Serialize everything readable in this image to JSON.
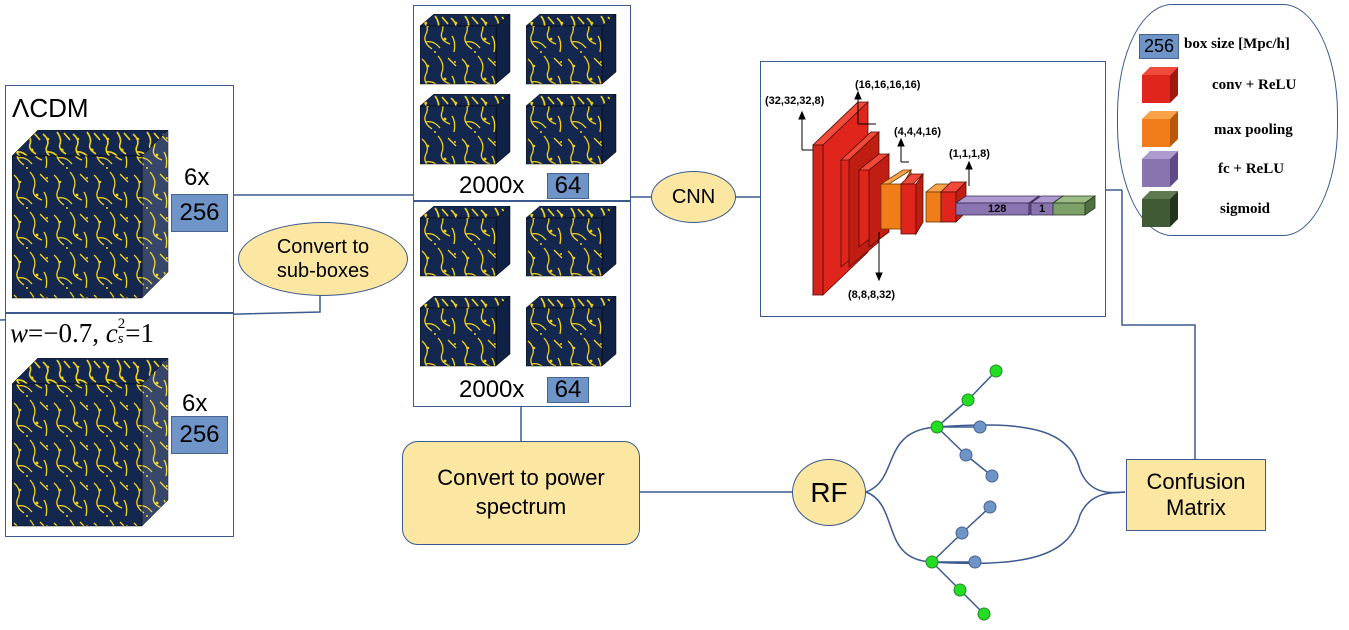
{
  "left_panel": {
    "lcdm_title": "ΛCDM",
    "lcdm_count": "6x",
    "lcdm_box": "256",
    "wde_title_parts": {
      "w": "w",
      "eq1": "=−0.7,",
      "c": "c",
      "sup": "2",
      "sub": "s",
      "eq2": "=1"
    },
    "wde_count": "6x",
    "wde_box": "256"
  },
  "convert_subboxes": "Convert to sub-boxes",
  "subbox_panel": {
    "top_count": "2000x",
    "top_box": "64",
    "bottom_count": "2000x",
    "bottom_box": "64"
  },
  "cnn_label": "CNN",
  "rf_label": "RF",
  "power_spectrum_label": "Convert to power spectrum",
  "confusion_label": "Confusion Matrix",
  "cnn_diagram": {
    "shape_1": "(32,32,32,8)",
    "shape_2": "(16,16,16,16)",
    "shape_3": "(4,4,4,16)",
    "shape_4": "(1,1,1,8)",
    "shape_5": "(8,8,8,32)",
    "fc_1": "128",
    "fc_2": "1"
  },
  "legend": {
    "box_size_value": "256",
    "box_size_label": "box size [Mpc/h]",
    "conv": "conv + ReLU",
    "pool": "max pooling",
    "fc": "fc + ReLU",
    "sigmoid": "sigmoid",
    "colors": {
      "conv": "#e0261c",
      "pool": "#f07c1a",
      "fc": "#8a74b0",
      "sigmoid": "#3f5a35"
    }
  },
  "colors": {
    "accent_blue": "#6f95c8",
    "yellow_fill": "#fbe6a2",
    "line_blue": "#3b5a8f",
    "tree_green": "#22dd22",
    "tree_blue": "#6f95c8"
  }
}
